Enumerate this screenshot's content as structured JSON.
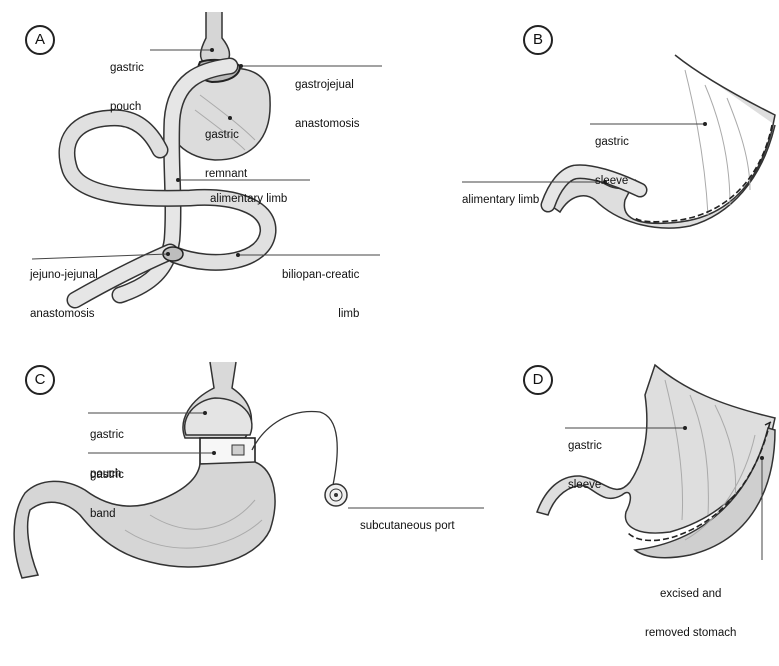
{
  "panels": {
    "A": {
      "letter": "A",
      "labels": {
        "gastric_pouch": [
          "gastric",
          "pouch"
        ],
        "gastrojejunal_anastomosis": [
          "gastrojejual",
          "anastomosis"
        ],
        "gastric_remnant": [
          "gastric",
          "remnant"
        ],
        "alimentary_limb": [
          "alimentary limb"
        ],
        "jejuno_jejunal_anastomosis": [
          "jejuno-jejunal",
          "anastomosis"
        ],
        "biliopancreatic_limb": [
          "biliopan-creatic",
          "limb"
        ]
      }
    },
    "B": {
      "letter": "B",
      "labels": {
        "gastric_sleeve": [
          "gastric",
          "sleeve"
        ],
        "alimentary_limb": [
          "alimentary limb"
        ]
      }
    },
    "C": {
      "letter": "C",
      "labels": {
        "gastric_pouch": [
          "gastric",
          "pouch"
        ],
        "gastric_band": [
          "gastric",
          "band"
        ],
        "subcutaneous_port": [
          "subcutaneous port"
        ]
      }
    },
    "D": {
      "letter": "D",
      "labels": {
        "gastric_sleeve": [
          "gastric",
          "sleeve"
        ],
        "excised_stomach": [
          "excised and",
          "removed stomach"
        ]
      }
    }
  }
}
